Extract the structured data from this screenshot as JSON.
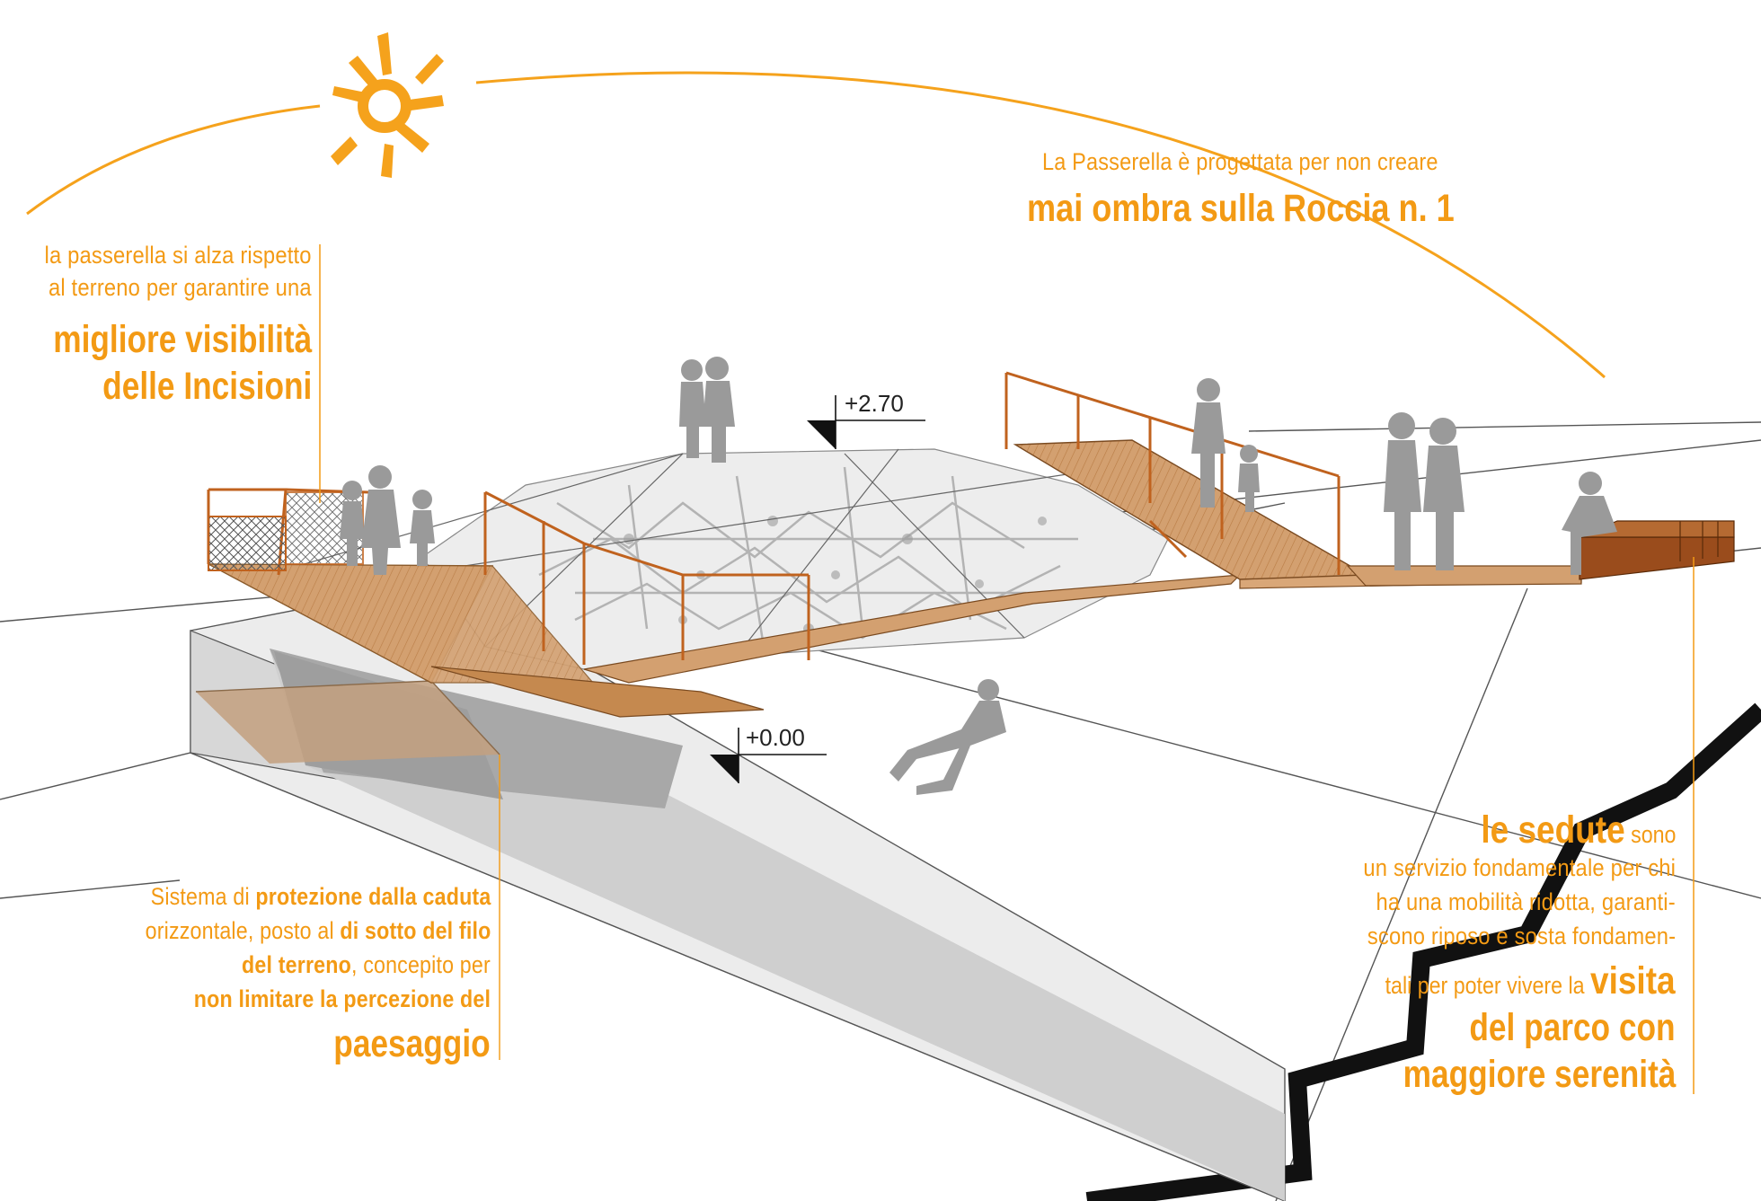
{
  "elevations": {
    "upper": "+2.70",
    "lower": "+0.00"
  },
  "notes": {
    "shadow": {
      "line1": "La Passerella è progettata per non creare",
      "line2": "mai ombra sulla Roccia n. 1"
    },
    "visibility": {
      "line1": "la passerella si alza rispetto",
      "line2": "al terreno per garantire una",
      "line3": "migliore visibilità",
      "line4": "delle Incisioni"
    },
    "protection": {
      "l1a": "Sistema di ",
      "l1b": "protezione dalla caduta",
      "l2a": "orizzontale, posto al ",
      "l2b": "di sotto del filo",
      "l3a": "del terreno",
      "l3b": ", concepito per",
      "l4": "non limitare la percezione del",
      "l5": "paesaggio"
    },
    "seating": {
      "l1a": "le sedute",
      "l1b": " sono",
      "l2": "un servizio fondamentale per chi",
      "l3": "ha una mobilità ridotta, garanti-",
      "l4": "scono riposo e sosta fondamen-",
      "l5a": "tali per poter vivere la ",
      "l5b": "visita",
      "l6": "del parco con",
      "l7": "maggiore serenità"
    }
  },
  "colors": {
    "accent": "#f39a14",
    "wood": "#c98a52",
    "woodLight": "#d9a778",
    "rail": "#c0621e",
    "figure": "#9a9a9a",
    "wall": "#d6d6d6",
    "shadow": "#a4a4a4",
    "ground": "#1a1a1a"
  }
}
